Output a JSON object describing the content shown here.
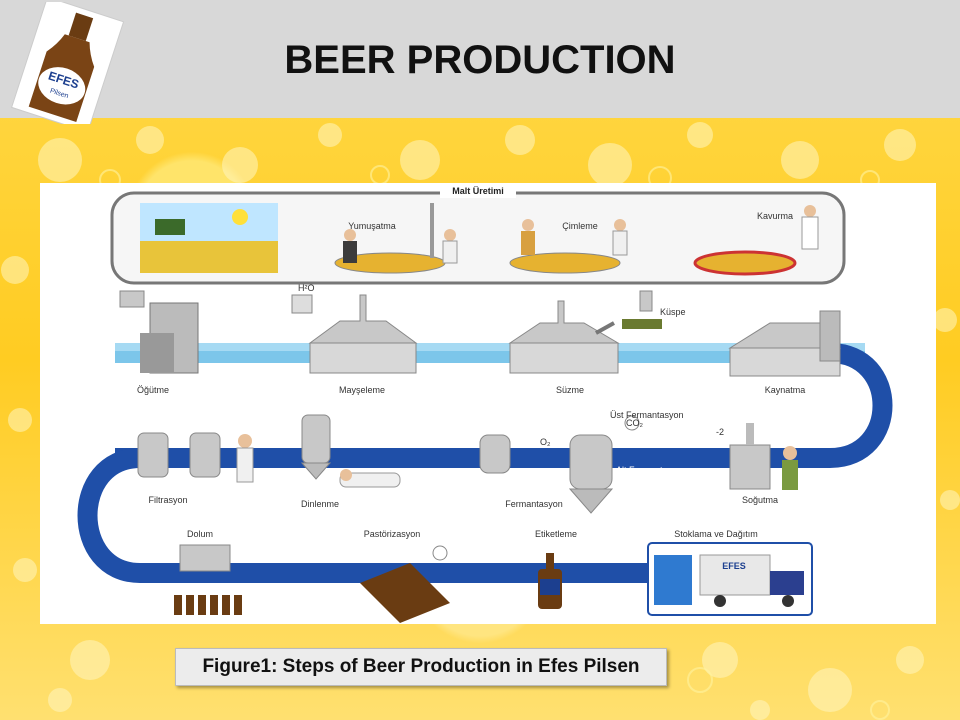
{
  "slide": {
    "title": "BEER PRODUCTION",
    "caption": "Figure1: Steps of Beer Production in Efes Pilsen"
  },
  "logo": {
    "brand_text": "EFES",
    "sub_text": "Pilsen"
  },
  "diagram": {
    "malt_title": "Malt Üretimi",
    "malt_steps": [
      "Yumuşatma",
      "Çimleme",
      "Kavurma"
    ],
    "row1": [
      "Öğütme",
      "Mayşeleme",
      "Süzme",
      "Kaynatma"
    ],
    "row1_extra": {
      "kuspe": "Küspe",
      "h2o": "H²O"
    },
    "row2": [
      "Filtrasyon",
      "Dinlenme",
      "Fermantasyon",
      "Soğutma"
    ],
    "row2_extra": {
      "ust": "Üst Fermantasyon",
      "alt": "Alt Fermantasyon",
      "co2": "CO₂",
      "o2": "O₂",
      "temp": "-2"
    },
    "row3": [
      "Dolum",
      "Pastörizasyon",
      "Etiketleme",
      "Stoklama ve Dağıtım"
    ],
    "truck_text": "EFES"
  },
  "colors": {
    "pipe": "#1f4fa8",
    "pipe_light": "#7cc6ea",
    "titlebar": "#d8d8d8",
    "beer": "#ffcc22"
  }
}
